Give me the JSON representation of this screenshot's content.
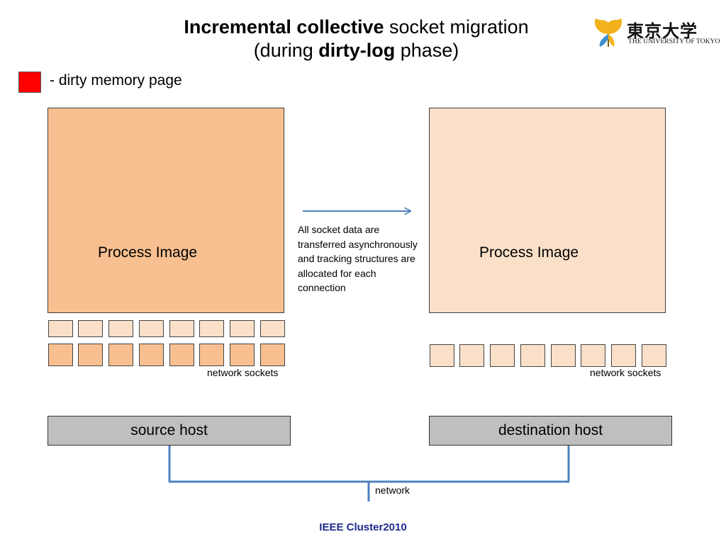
{
  "title": {
    "line1_bold": "Incremental collective",
    "line1_rest": " socket migration",
    "line2_pre": "(during ",
    "line2_bold": "dirty-log",
    "line2_post": " phase)"
  },
  "logo": {
    "jp_text": "東京大学",
    "en_text": "THE UNIVERSITY OF TOKYO"
  },
  "legend": {
    "label": "- dirty memory page",
    "swatch_color": "#ff0000"
  },
  "source": {
    "process_label": "Process Image",
    "process_color": "#f8c090",
    "sockets_label": "network sockets",
    "socket_count": 8,
    "host_label": "source host"
  },
  "destination": {
    "process_label": "Process Image",
    "process_color": "#fbe0c9",
    "sockets_label": "network sockets",
    "socket_count": 8,
    "host_label": "destination host"
  },
  "transfer": {
    "description": "All socket data  are transferred asynchronously and tracking structures are allocated for each connection"
  },
  "network": {
    "label": "network"
  },
  "footer": {
    "text": "IEEE Cluster2010",
    "color": "#1c2a8c"
  }
}
